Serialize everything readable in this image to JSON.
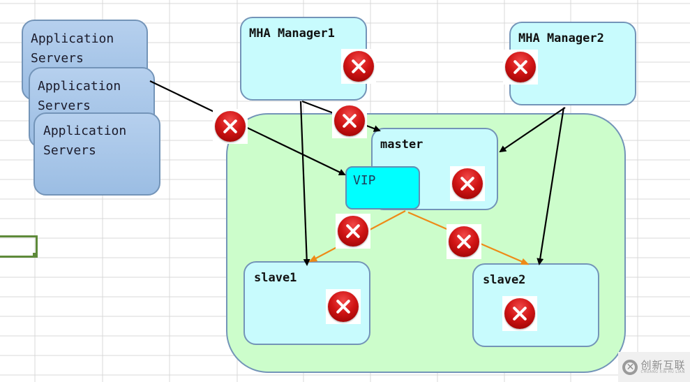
{
  "diagram": {
    "title": "MHA failover architecture (all components failed)",
    "app_servers": [
      {
        "label": "Application\nServers"
      },
      {
        "label": "Application\nServers"
      },
      {
        "label": "Application\nServers"
      }
    ],
    "managers": [
      {
        "id": "manager1",
        "label": "MHA Manager1",
        "status": "failed"
      },
      {
        "id": "manager2",
        "label": "MHA Manager2",
        "status": "failed"
      }
    ],
    "cluster": {
      "master": {
        "label": "master",
        "status": "failed"
      },
      "vip": {
        "label": "VIP"
      },
      "slaves": [
        {
          "id": "slave1",
          "label": "slave1",
          "status": "failed"
        },
        {
          "id": "slave2",
          "label": "slave2",
          "status": "failed"
        }
      ]
    },
    "connections": [
      {
        "from": "app_servers",
        "to": "vip",
        "color": "#000000",
        "status": "failed"
      },
      {
        "from": "manager1",
        "to": "master",
        "color": "#000000",
        "status": "failed"
      },
      {
        "from": "manager1",
        "to": "slave1",
        "color": "#000000"
      },
      {
        "from": "manager2",
        "to": "master",
        "color": "#000000"
      },
      {
        "from": "manager2",
        "to": "slave2",
        "color": "#000000"
      },
      {
        "from": "master",
        "to": "slave1",
        "color": "#ee8a17",
        "status": "failed"
      },
      {
        "from": "master",
        "to": "slave2",
        "color": "#ee8a17",
        "status": "failed"
      }
    ],
    "failure_icon": "error-x-circle-icon"
  },
  "colors": {
    "app_server_fill": "#a9c7ea",
    "node_fill": "#c8fbfd",
    "cluster_fill": "#ccfdcb",
    "vip_fill": "#00ffff",
    "border": "#7394b8",
    "replication_line": "#ee8a17",
    "failure_red": "#cc1111",
    "selected_cell_border": "#5e8a3a"
  },
  "watermark": {
    "logo_glyph": "✕",
    "text": "创新互联",
    "subtext": "CHUANG XIN HU LIAN"
  }
}
